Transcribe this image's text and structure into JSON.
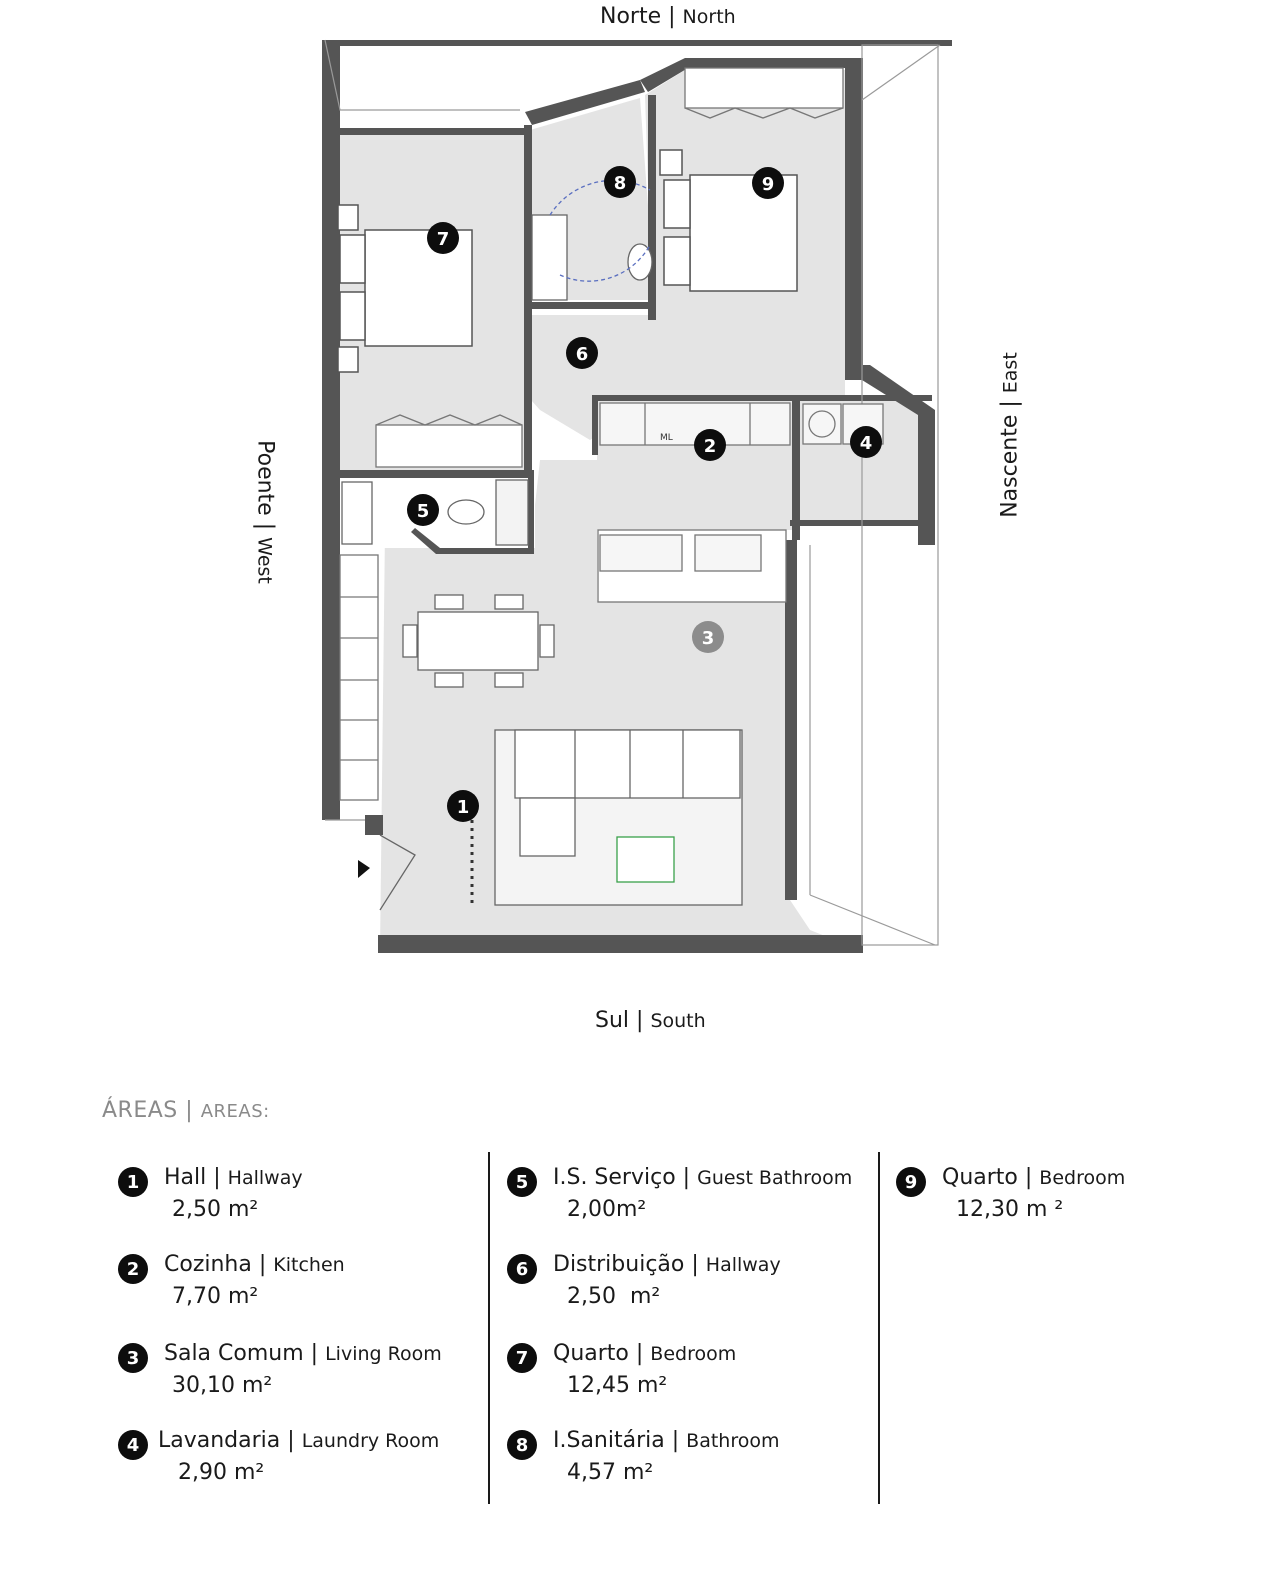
{
  "compass": {
    "north": {
      "pt": "Norte",
      "sep": "|",
      "en": "North"
    },
    "south": {
      "pt": "Sul",
      "sep": "|",
      "en": "South"
    },
    "west": {
      "pt": "Poente",
      "sep": "|",
      "en": "West"
    },
    "east": {
      "pt": "Nascente",
      "sep": "|",
      "en": "East"
    }
  },
  "plan_markers": [
    "1",
    "2",
    "3",
    "4",
    "5",
    "6",
    "7",
    "8",
    "9"
  ],
  "plan_labels": {
    "kitchen_counter": "ML"
  },
  "areas": {
    "title_pt": "ÁREAS",
    "sep": "|",
    "title_en": "AREAS:",
    "items": [
      {
        "num": "1",
        "pt": "Hall",
        "sep": "|",
        "en": "Hallway",
        "area": "2,50 m²"
      },
      {
        "num": "2",
        "pt": "Cozinha",
        "sep": "|",
        "en": "Kitchen",
        "area": "7,70 m²"
      },
      {
        "num": "3",
        "pt": "Sala Comum",
        "sep": "|",
        "en": "Living Room",
        "area": "30,10 m²"
      },
      {
        "num": "4",
        "pt": "Lavandaria",
        "sep": "|",
        "en": "Laundry Room",
        "area": "2,90 m²"
      },
      {
        "num": "5",
        "pt": "I.S. Serviço",
        "sep": "|",
        "en": "Guest Bathroom",
        "area": "2,00m²"
      },
      {
        "num": "6",
        "pt": "Distribuição",
        "sep": "|",
        "en": "Hallway",
        "area": "2,50  m²"
      },
      {
        "num": "7",
        "pt": "Quarto",
        "sep": "|",
        "en": "Bedroom",
        "area": "12,45 m²"
      },
      {
        "num": "8",
        "pt": "I.Sanitária",
        "sep": "|",
        "en": "Bathroom",
        "area": "4,57 m²"
      },
      {
        "num": "9",
        "pt": "Quarto",
        "sep": "|",
        "en": "Bedroom",
        "area": "12,30 m ²"
      }
    ]
  },
  "colors": {
    "wall": "#555555",
    "floor": "#e4e4e4",
    "marker": "#0d0d0d",
    "marker_living": "#8c8c8c"
  }
}
